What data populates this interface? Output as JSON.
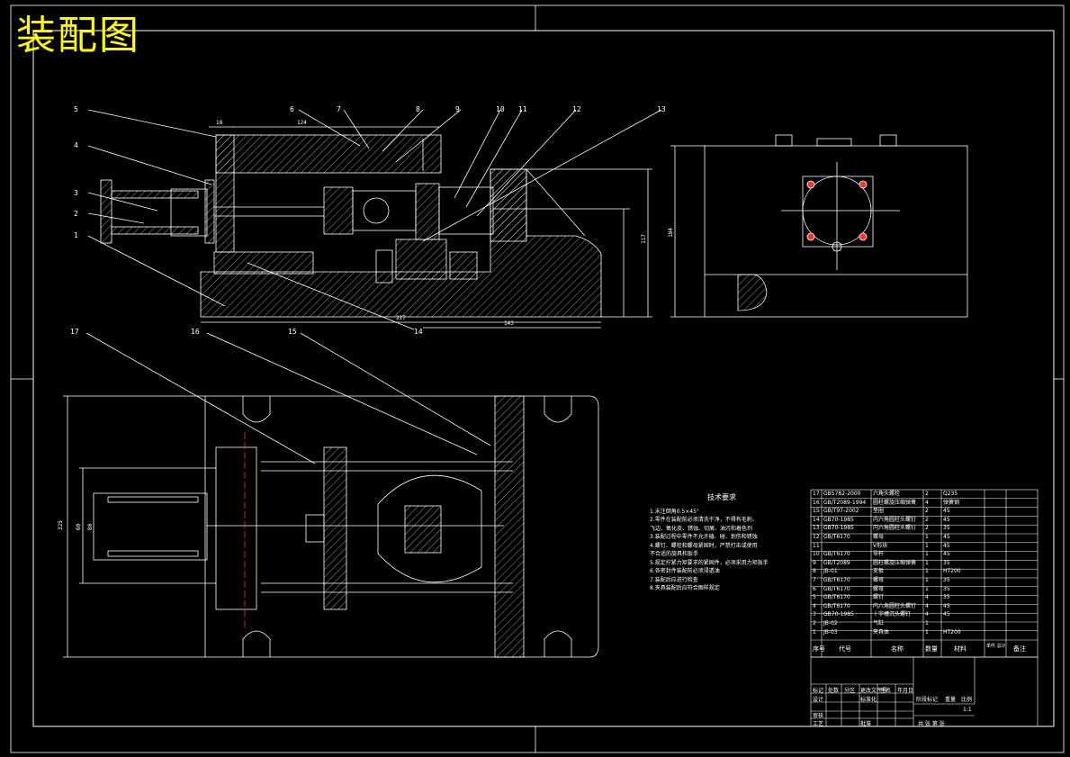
{
  "title": "装配图",
  "part_numbers": {
    "top": [
      "5",
      "6",
      "7",
      "8",
      "9",
      "10",
      "11",
      "12",
      "13"
    ],
    "left": [
      "4",
      "3",
      "2",
      "1"
    ],
    "mid": [
      "17",
      "16",
      "15",
      "14"
    ]
  },
  "dimensions": {
    "d18": "18",
    "d124": "124",
    "d217": "217",
    "d143": "143",
    "d117": "117",
    "d184": "184",
    "d325": "325",
    "d60": "60",
    "d80": "80"
  },
  "requirements": {
    "heading": "技术要求",
    "items": [
      "1.未注倒角0.5×45°",
      "2.零件在装配前必须清洗干净，不得有毛刺、",
      "  飞边、氧化皮、锈蚀、切屑、油污和着色剂",
      "3.装配过程中零件不允许磕、碰、划伤和锈蚀",
      "4.螺钉、螺栓和螺母紧固时，严禁打击或使用",
      "  不合适的旋具和扳手",
      "5.规定拧紧力矩要求的紧固件，必须采用力矩扳手",
      "6.各密封件装配前必须浸透油",
      "7.装配后应进行检查",
      "8.夹具装配后应符合图样规定"
    ]
  },
  "bom": {
    "rows": [
      {
        "no": "17",
        "code": "GB5782-2000",
        "name": "六角头螺栓",
        "qty": "2",
        "mat": "Q235"
      },
      {
        "no": "16",
        "code": "GB/T2089-1994",
        "name": "圆柱螺旋压缩弹簧",
        "qty": "4",
        "mat": "弹簧钢"
      },
      {
        "no": "15",
        "code": "GB/T97-2002",
        "name": "垫圈",
        "qty": "2",
        "mat": "45"
      },
      {
        "no": "14",
        "code": "GB70-1985",
        "name": "内六角圆柱头螺钉",
        "qty": "2",
        "mat": "45"
      },
      {
        "no": "13",
        "code": "GB70-1985",
        "name": "内六角圆柱头螺钉",
        "qty": "2",
        "mat": "35"
      },
      {
        "no": "12",
        "code": "GB/T6170",
        "name": "螺母",
        "qty": "1",
        "mat": "45"
      },
      {
        "no": "11",
        "code": "",
        "name": "V形块",
        "qty": "1",
        "mat": "45"
      },
      {
        "no": "10",
        "code": "GB/T6170",
        "name": "导杆",
        "qty": "1",
        "mat": "45"
      },
      {
        "no": "9",
        "code": "GB/T2089",
        "name": "圆柱螺旋压缩弹簧",
        "qty": "1",
        "mat": "35"
      },
      {
        "no": "8",
        "code": "JB-01",
        "name": "支板",
        "qty": "1",
        "mat": "HT200"
      },
      {
        "no": "7",
        "code": "GB/T6170",
        "name": "螺母",
        "qty": "1",
        "mat": "35"
      },
      {
        "no": "6",
        "code": "GB/T6170",
        "name": "螺母",
        "qty": "1",
        "mat": "35"
      },
      {
        "no": "5",
        "code": "GB/T6170",
        "name": "螺钉",
        "qty": "4",
        "mat": "35"
      },
      {
        "no": "4",
        "code": "GB/T6170",
        "name": "内六角圆柱头螺钉",
        "qty": "4",
        "mat": "45"
      },
      {
        "no": "3",
        "code": "GB70-1985",
        "name": "十字槽沉头螺钉",
        "qty": "4",
        "mat": "45"
      },
      {
        "no": "2",
        "code": "JB-02",
        "name": "气缸",
        "qty": "1",
        "mat": ""
      },
      {
        "no": "1",
        "code": "JB-03",
        "name": "夹具体",
        "qty": "1",
        "mat": "HT200"
      }
    ],
    "header": {
      "no": "序号",
      "code": "代号",
      "name": "名称",
      "qty": "数量",
      "mat": "材料",
      "weight": "单件 总计",
      "remark": "备注"
    }
  },
  "title_block": {
    "marks": "标记",
    "count": "处数",
    "zone": "分区",
    "change": "更改文件号",
    "sign": "签名",
    "date": "年月日",
    "design": "设计",
    "standard": "标准化",
    "review": "审核",
    "process": "工艺",
    "approve": "批准",
    "stage": "阶段标记",
    "weight": "重量",
    "scale": "比例",
    "scale_val": "1:1",
    "sheets": "共 张 第 张"
  }
}
